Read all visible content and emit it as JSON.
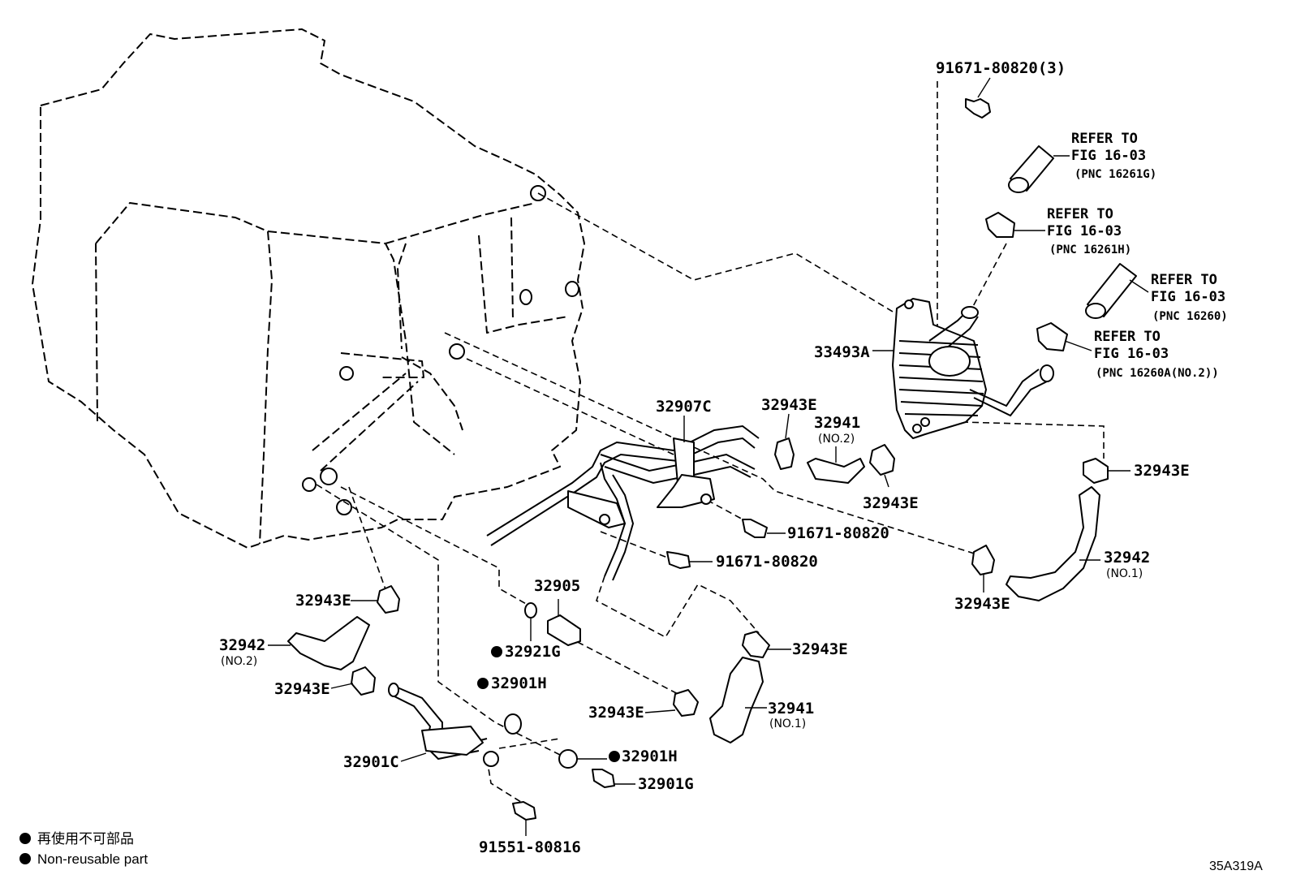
{
  "diagram": {
    "labels": {
      "bolt_top": "91671-80820(3)",
      "cooler": "33493A",
      "pipe_c": "32907C",
      "clamp_top": "32943E",
      "hose_941_no2": "32941",
      "hose_941_no2_sub": "(NO.2)",
      "clamp_mid": "32943E",
      "clamp_right": "32943E",
      "bolt_mid1": "91671-80820",
      "bolt_mid2": "91671-80820",
      "hose_942_no1": "32942",
      "hose_942_no1_sub": "(NO.1)",
      "clamp_lowright": "32943E",
      "sensor": "32905",
      "clamp_left": "32943E",
      "hose_942_no2": "32942",
      "hose_942_no2_sub": "(NO.2)",
      "gasket_921g": "32921G",
      "clamp_left2": "32943E",
      "gasket_901h_a": "32901H",
      "clamp_941": "32943E",
      "clamp_bottom": "32943E",
      "hose_941_no1": "32941",
      "hose_941_no1_sub": "(NO.1)",
      "pipe_901c": "32901C",
      "gasket_901h_b": "32901H",
      "bolt_901g": "32901G",
      "bolt_bottom": "91551-80816"
    },
    "refs": [
      {
        "line1": "REFER TO",
        "line2": "FIG 16-03",
        "pnc": "(PNC 16261G)"
      },
      {
        "line1": "REFER TO",
        "line2": "FIG 16-03",
        "pnc": "(PNC 16261H)"
      },
      {
        "line1": "REFER TO",
        "line2": "FIG 16-03",
        "pnc": "(PNC 16260)"
      },
      {
        "line1": "REFER TO",
        "line2": "FIG 16-03",
        "pnc": "(PNC 16260A(NO.2))"
      }
    ],
    "legend": {
      "line1": "再使用不可部品",
      "line2": "Non-reusable part"
    },
    "code": "35A319A"
  }
}
